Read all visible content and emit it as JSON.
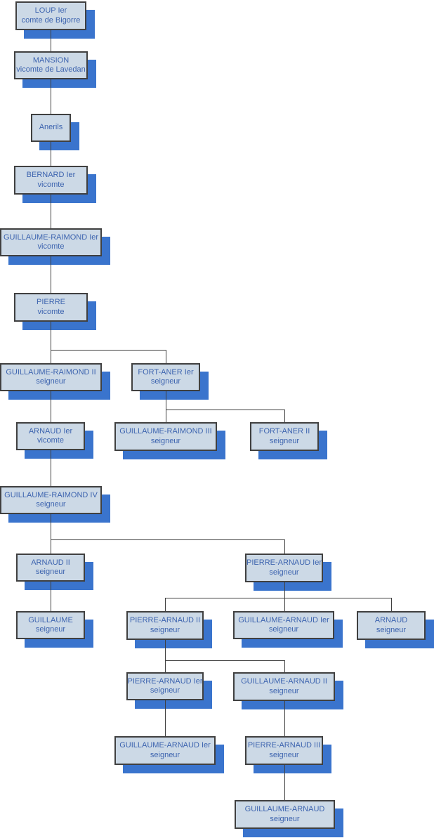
{
  "diagram": {
    "kind": "genealogy-tree",
    "background": "#ffffff"
  },
  "colors": {
    "box_fill": "#ccd9e6",
    "box_border": "#404040",
    "box_shadow": "#3a74cd",
    "text": "#3d64af",
    "connector": "#3f3f3f"
  },
  "nodes": [
    {
      "id": "loup",
      "name": "LOUP Ier",
      "title": "comte de Bigorre",
      "parent": null
    },
    {
      "id": "mansion",
      "name": "MANSION",
      "title": "vicomte de Lavedan",
      "parent": "loup"
    },
    {
      "id": "anerils",
      "name": "Anerils",
      "title": "",
      "parent": "mansion"
    },
    {
      "id": "bernard1",
      "name": "BERNARD Ier",
      "title": "vicomte",
      "parent": "anerils"
    },
    {
      "id": "gr1",
      "name": "GUILLAUME-RAIMOND Ier",
      "title": "vicomte",
      "parent": "bernard1"
    },
    {
      "id": "pierre",
      "name": "PIERRE",
      "title": "vicomte",
      "parent": "gr1"
    },
    {
      "id": "gr2",
      "name": "GUILLAUME-RAIMOND II",
      "title": "seigneur",
      "parent": "pierre"
    },
    {
      "id": "fortaner1",
      "name": "FORT-ANER Ier",
      "title": "seigneur",
      "parent": "pierre"
    },
    {
      "id": "arnaud1",
      "name": "ARNAUD Ier",
      "title": "vicomte",
      "parent": "gr2"
    },
    {
      "id": "gr3",
      "name": "GUILLAUME-RAIMOND III",
      "title": "seigneur",
      "parent": "fortaner1"
    },
    {
      "id": "fortaner2",
      "name": "FORT-ANER II",
      "title": "seigneur",
      "parent": "fortaner1"
    },
    {
      "id": "gr4",
      "name": "GUILLAUME-RAIMOND IV",
      "title": "seigneur",
      "parent": "arnaud1"
    },
    {
      "id": "arnaud2",
      "name": "ARNAUD II",
      "title": "seigneur",
      "parent": "gr4"
    },
    {
      "id": "pa1",
      "name": "PIERRE-ARNAUD Ier",
      "title": "seigneur",
      "parent": "gr4"
    },
    {
      "id": "guillaume",
      "name": "GUILLAUME",
      "title": "seigneur",
      "parent": "arnaud2"
    },
    {
      "id": "pa2",
      "name": "PIERRE-ARNAUD II",
      "title": "seigneur",
      "parent": "pa1"
    },
    {
      "id": "ga1",
      "name": "GUILLAUME-ARNAUD Ier",
      "title": "seigneur",
      "parent": "pa1"
    },
    {
      "id": "arnaud3",
      "name": "ARNAUD",
      "title": "seigneur",
      "parent": "pa1"
    },
    {
      "id": "pa1b",
      "name": "PIERRE-ARNAUD Ier",
      "title": "seigneur",
      "parent": "pa2"
    },
    {
      "id": "ga2",
      "name": "GUILLAUME-ARNAUD II",
      "title": "seigneur",
      "parent": "pa2"
    },
    {
      "id": "ga1b",
      "name": "GUILLAUME-ARNAUD Ier",
      "title": "seigneur",
      "parent": "pa1b"
    },
    {
      "id": "pa3",
      "name": "PIERRE-ARNAUD III",
      "title": "seigneur",
      "parent": "ga2"
    },
    {
      "id": "ga0",
      "name": "GUILLAUME-ARNAUD",
      "title": "seigneur",
      "parent": "pa3"
    }
  ]
}
